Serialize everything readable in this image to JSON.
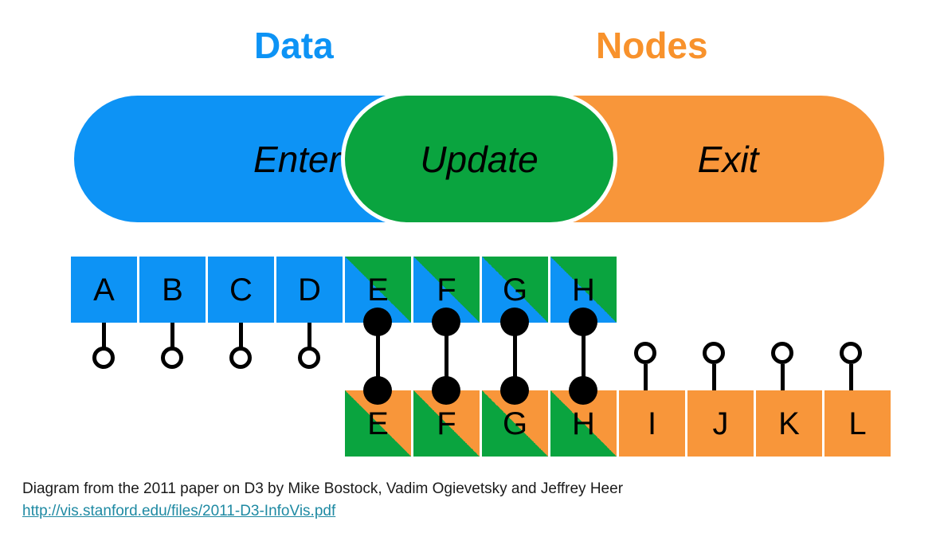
{
  "headers": {
    "data_label": "Data",
    "data_color": "#0d93f5",
    "nodes_label": "Nodes",
    "nodes_color": "#f8922c"
  },
  "bar": {
    "enter_label": "Enter",
    "update_label": "Update",
    "exit_label": "Exit",
    "enter_color": "#0d93f5",
    "update_color": "#0aa43f",
    "exit_color": "#f8963a"
  },
  "top_row": [
    {
      "label": "A",
      "style": "blue"
    },
    {
      "label": "B",
      "style": "blue"
    },
    {
      "label": "C",
      "style": "blue"
    },
    {
      "label": "D",
      "style": "blue"
    },
    {
      "label": "E",
      "style": "blue-green"
    },
    {
      "label": "F",
      "style": "blue-green"
    },
    {
      "label": "G",
      "style": "blue-green"
    },
    {
      "label": "H",
      "style": "blue-green"
    }
  ],
  "bottom_row": [
    {
      "label": "E",
      "style": "green-orange"
    },
    {
      "label": "F",
      "style": "green-orange"
    },
    {
      "label": "G",
      "style": "green-orange"
    },
    {
      "label": "H",
      "style": "green-orange"
    },
    {
      "label": "I",
      "style": "orange"
    },
    {
      "label": "J",
      "style": "orange"
    },
    {
      "label": "K",
      "style": "orange"
    },
    {
      "label": "L",
      "style": "orange"
    }
  ],
  "caption": {
    "text": "Diagram from the 2011 paper on D3 by Mike Bostock, Vadim Ogievetsky and Jeffrey Heer",
    "link": "http://vis.stanford.edu/files/2011-D3-InfoVis.pdf",
    "link_color": "#1f8aa3"
  }
}
